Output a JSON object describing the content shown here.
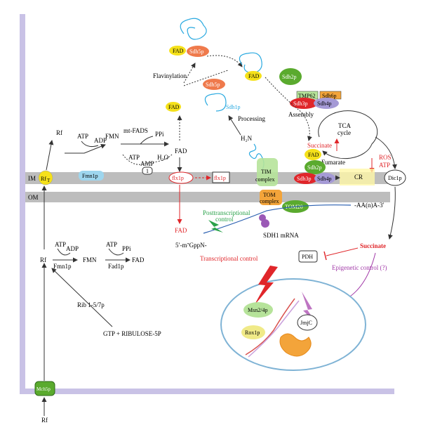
{
  "membranes": {
    "inner": "IM",
    "outer": "OM"
  },
  "transport": {
    "rft": "Rf",
    "rft_sub": "T",
    "mch5p": "Mch5p",
    "rf_bottom": "Rf",
    "rf_upper": "Rf",
    "rf_left": "Rf"
  },
  "mito_pathway": {
    "atp1": "ATP",
    "adp": "ADP",
    "fmn1p": "Fmn1p",
    "fmn": "FMN",
    "mtfads": "mt-FADS",
    "ppi": "PPi",
    "atp2": "ATP",
    "amp": "AMP",
    "h2o": "H₂O",
    "fad_right": "FAD",
    "box_label": "1"
  },
  "flx": {
    "flx1p_a": "flx1p",
    "flx1p_b": "flx1p",
    "fad_out": "FAD"
  },
  "flavinylation": {
    "fad_top": "FAD",
    "sdh5p_top": "Sdh5p",
    "sdh5p_mid": "Sdh5p",
    "label": "Flavinylation",
    "fad_left": "FAD",
    "sdh1p": "Sdh1p",
    "fad_right_top": "FAD",
    "processing": "Processing",
    "h2n": "H₂N"
  },
  "assembly": {
    "sdh2p": "Sdh2p",
    "tmp62": "TMP62",
    "sdh6p": "Sdh6p",
    "sdh3p": "Sdh3p",
    "sdh4p": "Sdh4p",
    "label": "Assembly"
  },
  "tca": {
    "cycle": [
      "TCA",
      "cycle"
    ],
    "succinate": "Succinate",
    "fumarate": "Fumarate",
    "ros": "ROS",
    "atp": "ATP",
    "cr": "CR",
    "fad": "FAD",
    "sdh2p": "Sdh2p",
    "sdh3p": "Sdh3p",
    "sdh4p": "Sdh4p",
    "dic1p": "Dic1p"
  },
  "import": {
    "tim": [
      "TIM",
      "complex"
    ],
    "tom": [
      "TOM",
      "complex"
    ],
    "tom20": "TOM20",
    "mrna": "SDH1 mRNA",
    "polyA": "-AA(n)A-3′",
    "cap": "5′-m⁷GppN-"
  },
  "controls": {
    "post": [
      "Posttranscriptional",
      "control"
    ],
    "trans": "Transcriptional control",
    "epi": "Epigenetic control (?)"
  },
  "cytosol": {
    "atp1": "ATP",
    "adp": "ADP",
    "rf": "Rf",
    "fmn1p": "Fmn1p",
    "fmn": "FMN",
    "atp2": "ATP",
    "ppi": "PPi",
    "fad1p": "Fad1p",
    "fad": "FAD",
    "rib": "Rib 1-5/7p",
    "gtp": "GTP + RIBULOSE-5P"
  },
  "succ_cyto": "Succinate",
  "pdh": "PDH",
  "nucleus": {
    "msn": "Msn2/4p",
    "rox": "Rox1p",
    "jmjc": "JmjC"
  },
  "colors": {
    "membrane": "#bdbdbd",
    "frame": "#c9c2e6",
    "red": "#e0262a",
    "green": "#2aa24a",
    "purple": "#a23aa8",
    "yellow": "#f5e11a",
    "blue": "#29a9e0"
  }
}
